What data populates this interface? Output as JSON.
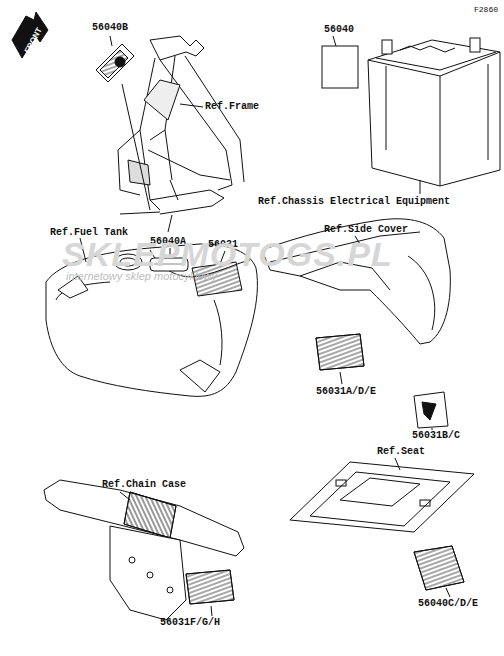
{
  "diagram": {
    "labels": [
      "F2860",
      "FRONT",
      "56040B",
      "Ref.Frame",
      "56040",
      "Ref.Chassis Electrical Equipment",
      "Ref.Fuel Tank",
      "56040A",
      "56031",
      "Ref.Side Cover",
      "SKLEPMOTOGS.PL",
      "internetowy sklep motocyklowy",
      "56031A/D/E",
      "56031B/C",
      "Ref.Seat",
      "Ref.Chain Case",
      "56031F/G/H",
      "56040C/D/E"
    ]
  }
}
